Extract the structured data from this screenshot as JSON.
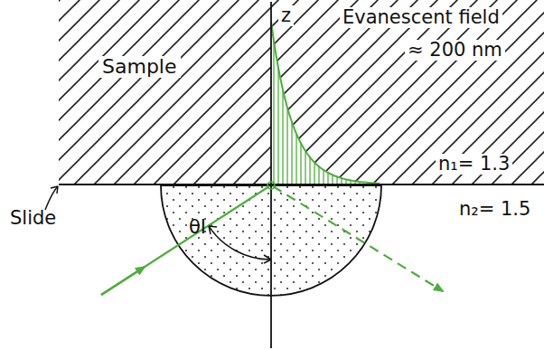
{
  "diagram": {
    "nodes": [
      {
        "text": [
          "Sample"
        ]
      }
    ],
    "labels": [
      "z",
      "Evanescent field",
      "≈ 200 nm",
      "n₁= 1.3",
      "Slide",
      "n₂= 1.5",
      "θI"
    ]
  }
}
